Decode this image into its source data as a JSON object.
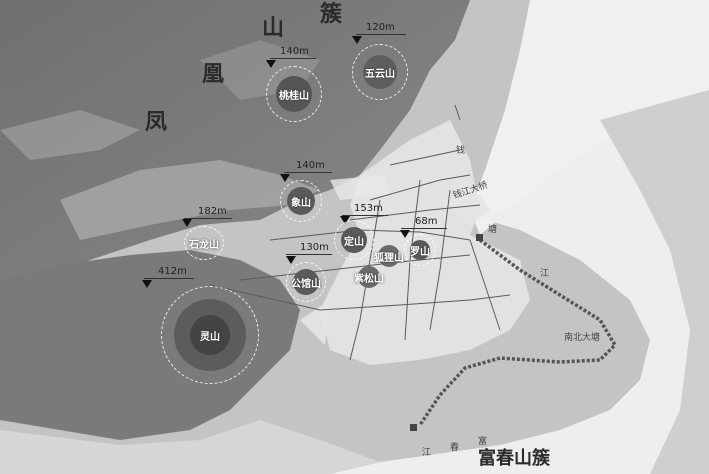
{
  "region_labels": {
    "shan": "山",
    "zu": "簇",
    "huang": "凰",
    "feng": "凤",
    "fuchun": "富春山簇"
  },
  "peaks": [
    {
      "id": "wuyun",
      "name": "五云山",
      "elev": "120m"
    },
    {
      "id": "taogui",
      "name": "桃桂山",
      "elev": "140m"
    },
    {
      "id": "xiang",
      "name": "象山",
      "elev": "140m"
    },
    {
      "id": "ding",
      "name": "定山",
      "elev": "153m"
    },
    {
      "id": "luo",
      "name": "罗山",
      "elev": "68m"
    },
    {
      "id": "hushi",
      "name": "狐狸山",
      "elev": ""
    },
    {
      "id": "shilong",
      "name": "石龙山",
      "elev": "182m"
    },
    {
      "id": "gongguan",
      "name": "公馆山",
      "elev": "130m"
    },
    {
      "id": "zisong",
      "name": "紫松山",
      "elev": ""
    },
    {
      "id": "ling",
      "name": "灵山",
      "elev": "412m"
    }
  ],
  "river_labels": {
    "qian": "钱",
    "tang": "塘",
    "jiang": "江",
    "bridge_qj": "钱江大桥",
    "bridge_nb": "南北大塘",
    "river_jiang": "江",
    "river_chun": "春",
    "river_fu": "富"
  },
  "colors": {
    "mountain": "#7b7b7b",
    "mountain_dark": "#6a6a6a",
    "valley": "#b8b8b8",
    "river": "#f2f2f2",
    "route": "#555555"
  }
}
